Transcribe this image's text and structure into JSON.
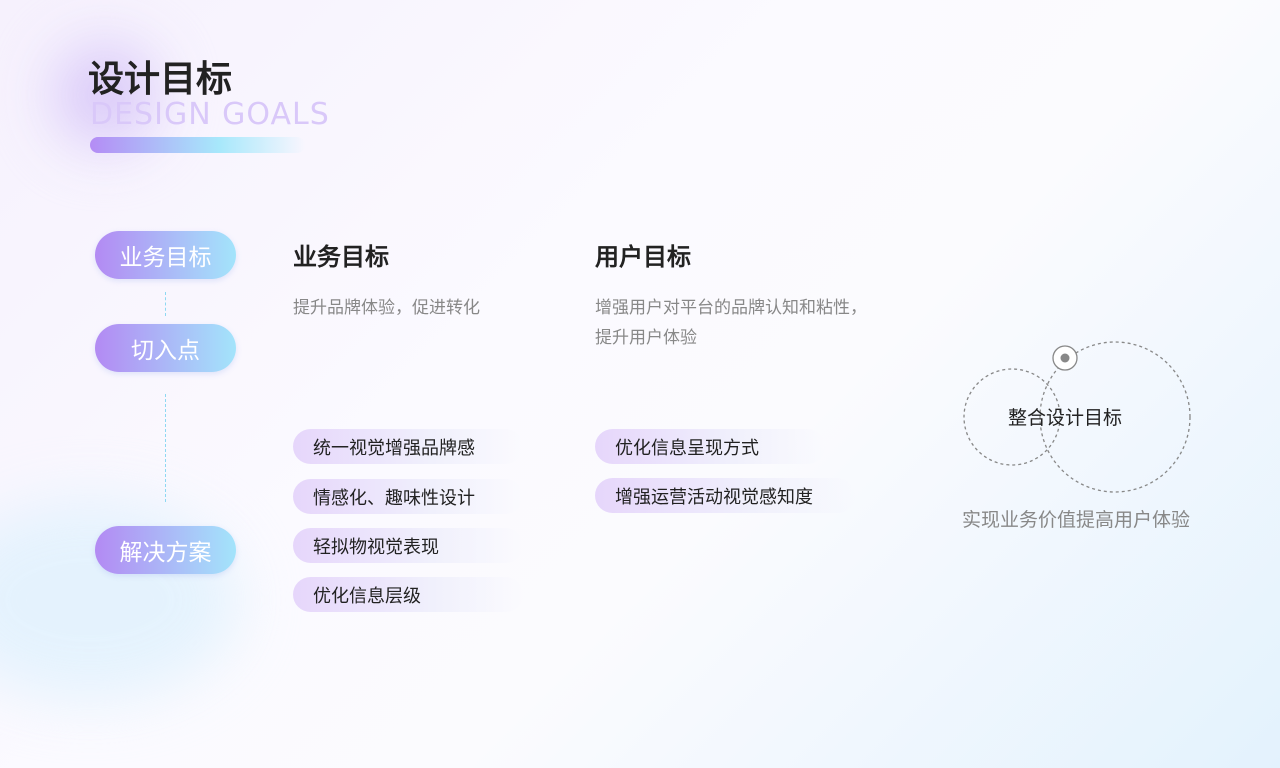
{
  "header": {
    "title": "设计目标",
    "subtitle_en": "DESIGN GOALS"
  },
  "steps": [
    {
      "label": "业务目标"
    },
    {
      "label": "切入点"
    },
    {
      "label": "解决方案"
    }
  ],
  "columns": [
    {
      "heading": "业务目标",
      "desc": [
        "提升品牌体验，促进转化"
      ],
      "tags": [
        "统一视觉增强品牌感",
        "情感化、趣味性设计",
        "轻拟物视觉表现",
        "优化信息层级"
      ]
    },
    {
      "heading": "用户目标",
      "desc": [
        "增强用户对平台的品牌认知和粘性，",
        "提升用户体验"
      ],
      "tags": [
        "优化信息呈现方式",
        "增强运营活动视觉感知度"
      ]
    }
  ],
  "venn": {
    "center_label": "整合设计目标",
    "caption": "实现业务价值提高用户体验"
  },
  "colors": {
    "accent_purple": "#b38af3",
    "accent_cyan": "#a3e4fb"
  }
}
